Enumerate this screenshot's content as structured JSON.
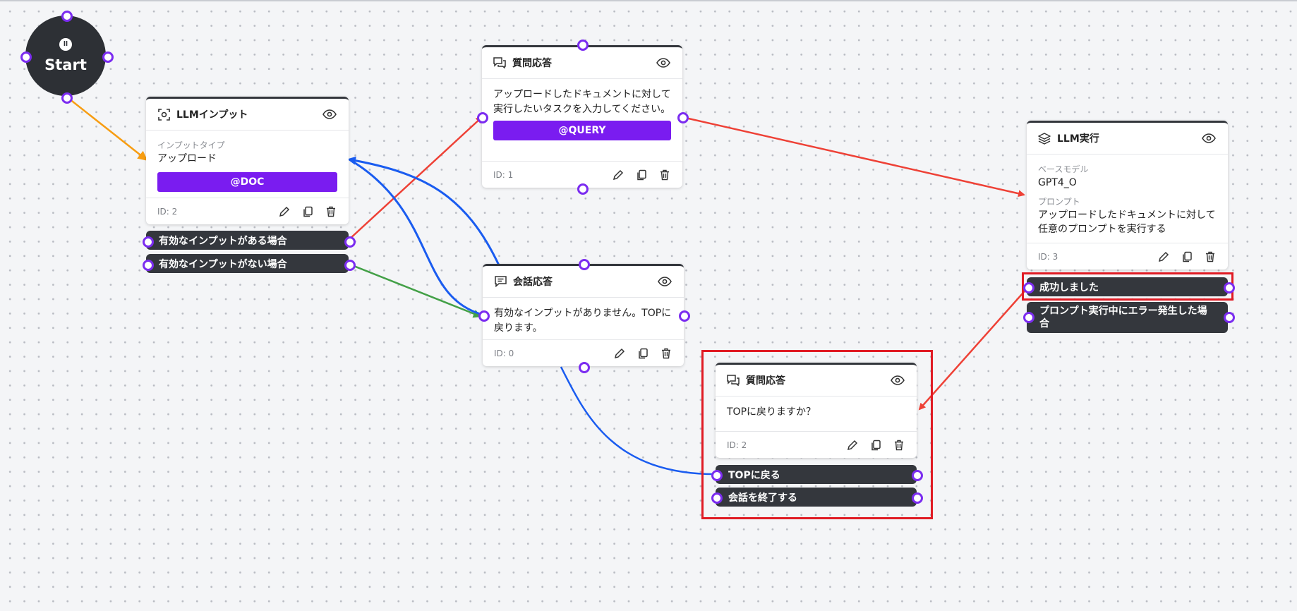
{
  "start": {
    "label": "Start"
  },
  "nodes": {
    "llm_input": {
      "title": "LLMインプット",
      "type_label": "インプットタイプ",
      "type_value": "アップロード",
      "var_button": "@DOC",
      "id_label": "ID: 2",
      "branches": [
        "有効なインプットがある場合",
        "有効なインプットがない場合"
      ]
    },
    "qa_top": {
      "title": "質問応答",
      "text": "アップロードしたドキュメントに対して実行したいタスクを入力してください。",
      "var_button": "@QUERY",
      "id_label": "ID: 1"
    },
    "conversation": {
      "title": "会話応答",
      "text": "有効なインプットがありません。TOPに戻ります。",
      "id_label": "ID: 0"
    },
    "llm_exec": {
      "title": "LLM実行",
      "model_label": "ベースモデル",
      "model_value": "GPT4_O",
      "prompt_label": "プロンプト",
      "prompt_value": "アップロードしたドキュメントに対して任意のプロンプトを実行する",
      "id_label": "ID: 3",
      "branches": [
        "成功しました",
        "プロンプト実行中にエラー発生した場合"
      ]
    },
    "qa_bottom": {
      "title": "質問応答",
      "text": "TOPに戻りますか？",
      "id_label": "ID: 2",
      "branches": [
        "TOPに戻る",
        "会話を終了する"
      ]
    }
  },
  "colors": {
    "accent": "#7a1cf0",
    "handle": "#7b2cf0",
    "node_dark": "#34373d",
    "edge_red": "#ee4136",
    "edge_blue": "#1a5cf0",
    "edge_green": "#43a047",
    "edge_orange": "#f79d12",
    "highlight": "#e01b24"
  },
  "icons": [
    "llm-input-icon",
    "question-answer-icon",
    "chat-response-icon",
    "layers-icon",
    "eye-icon",
    "pencil-icon",
    "copy-icon",
    "trash-icon"
  ]
}
